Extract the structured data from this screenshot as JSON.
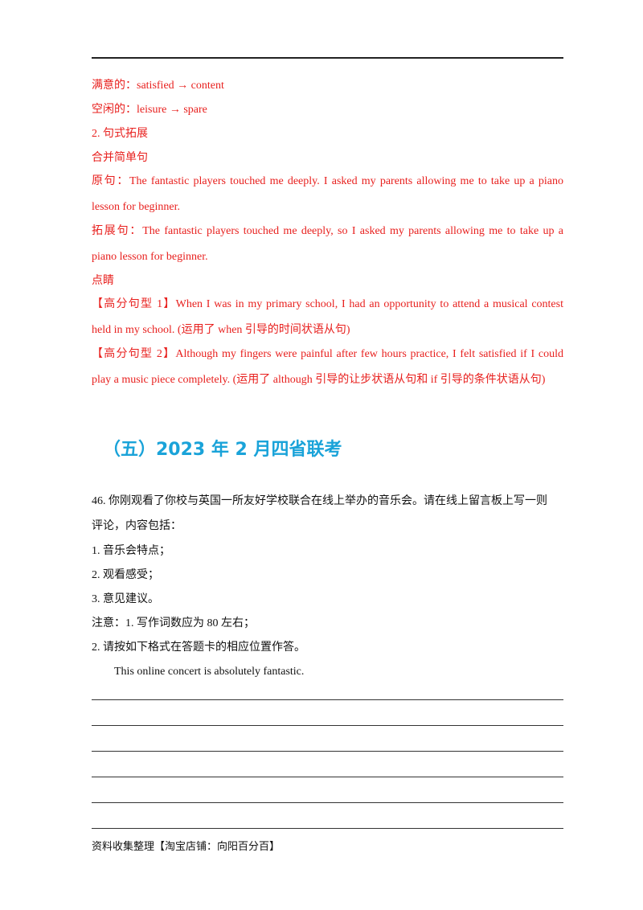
{
  "vocab": {
    "satisfied": "满意的：satisfied → content",
    "leisure": "空闲的：leisure → spare"
  },
  "sentence_section": {
    "title": "2.  句式拓展",
    "subtitle": "合并简单句",
    "original_1": "原句：The fantastic players touched me deeply. I asked my parents allowing me to take up a piano",
    "original_2": "lesson for beginner.",
    "extended_1": "拓展句：The fantastic players touched me deeply, so I asked my parents allowing me to take up a",
    "extended_2": "piano lesson for beginner."
  },
  "highlights": {
    "title": "点睛",
    "pattern1_1": "【高分句型 1】When I was in my primary school, I had an opportunity to attend a musical contest",
    "pattern1_2": "held in my school. (运用了 when 引导的时间状语从句)",
    "pattern2_1": "【高分句型 2】Although my fingers were painful after few hours practice, I felt satisfied if I could",
    "pattern2_2": "play a music piece completely. (运用了 although 引导的让步状语从句和 if 引导的条件状语从句)"
  },
  "section_heading": "（五）2023 年 2 月四省联考",
  "task": {
    "line1": "46.  你刚观看了你校与英国一所友好学校联合在线上举办的音乐会。请在线上留言板上写一则",
    "line2": "评论，内容包括：",
    "item1": "1.  音乐会特点；",
    "item2": "2.  观看感受；",
    "item3": "3.  意见建议。",
    "note1": "注意：1.  写作词数应为 80 左右；",
    "note2": "2.  请按如下格式在答题卡的相应位置作答。",
    "starter": "This online concert is absolutely fantastic."
  },
  "footer": "资料收集整理【淘宝店铺：向阳百分百】"
}
